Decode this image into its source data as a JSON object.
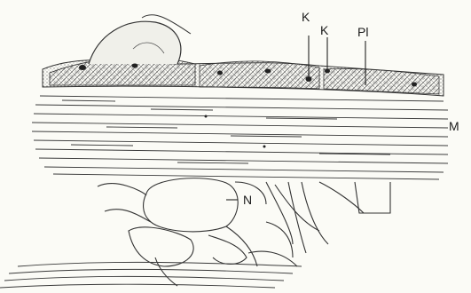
{
  "figure": {
    "labels": {
      "k1": "K",
      "k2": "K",
      "pl": "Pl",
      "m": "M",
      "n": "N"
    }
  },
  "colors": {
    "background": "#fbfbf6",
    "ink": "#2a2a2a"
  }
}
